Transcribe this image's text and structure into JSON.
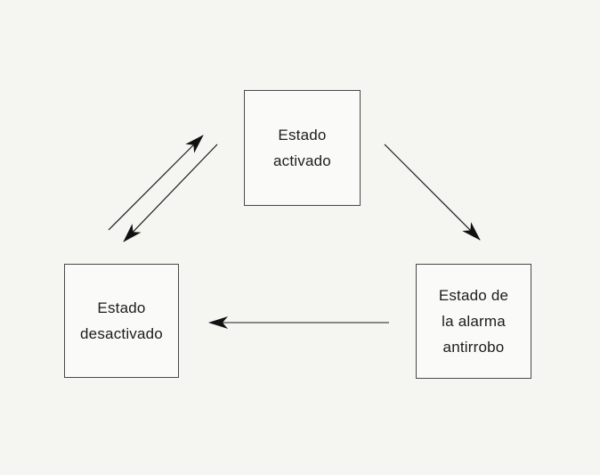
{
  "diagram": {
    "type": "state-diagram",
    "colors": {
      "background": "#f5f5f2",
      "box_fill": "#fafaf8",
      "box_border": "#4a4a4a",
      "text": "#1c1c1c",
      "arrow": "#111111"
    },
    "nodes": {
      "activado": {
        "label": "Estado activado",
        "lines": [
          "Estado",
          "activado"
        ]
      },
      "desactivado": {
        "label": "Estado desactivado",
        "lines": [
          "Estado",
          "desactivado"
        ]
      },
      "alarma": {
        "label": "Estado de la alarma antirrobo",
        "lines": [
          "Estado de",
          "la alarma",
          "antirrobo"
        ]
      }
    },
    "edges": [
      {
        "from": "Estado desactivado",
        "to": "Estado activado",
        "style": "straight-arrow"
      },
      {
        "from": "Estado activado",
        "to": "Estado desactivado",
        "style": "straight-arrow"
      },
      {
        "from": "Estado activado",
        "to": "Estado de la alarma antirrobo",
        "style": "straight-arrow"
      },
      {
        "from": "Estado de la alarma antirrobo",
        "to": "Estado desactivado",
        "style": "straight-arrow"
      }
    ]
  }
}
